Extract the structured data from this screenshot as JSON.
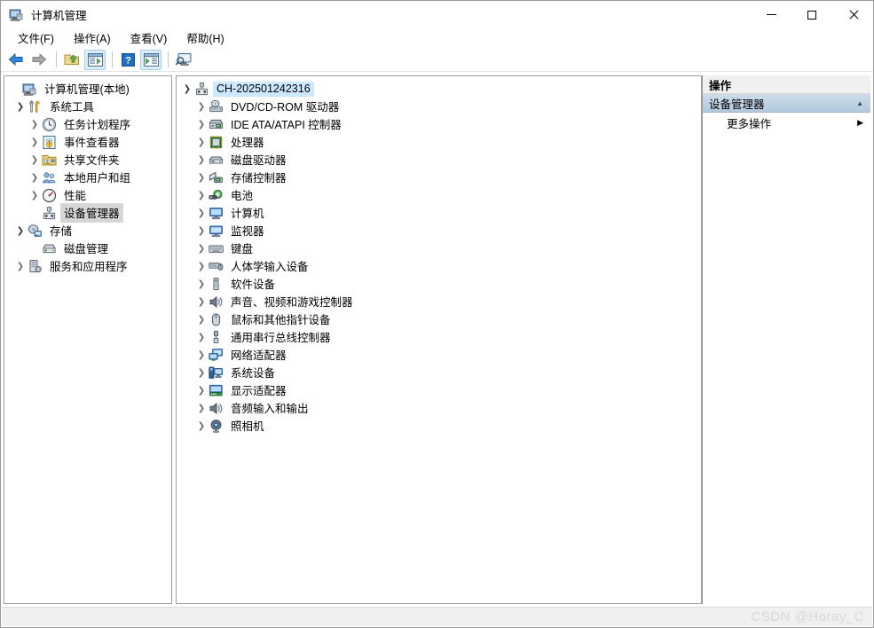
{
  "window": {
    "title": "计算机管理",
    "icon": "computer-management-icon",
    "controls": {
      "minimize": "—",
      "maximize": "□",
      "close": "✕"
    }
  },
  "menubar": {
    "items": [
      {
        "name": "file",
        "label": "文件(F)",
        "accel": "F"
      },
      {
        "name": "action",
        "label": "操作(A)",
        "accel": "A"
      },
      {
        "name": "view",
        "label": "查看(V)",
        "accel": "V"
      },
      {
        "name": "help",
        "label": "帮助(H)",
        "accel": "H"
      }
    ]
  },
  "toolbar": {
    "buttons": [
      {
        "name": "back-icon",
        "kind": "arrow-left",
        "enabled": true
      },
      {
        "name": "forward-icon",
        "kind": "arrow-right",
        "enabled": false
      },
      {
        "name": "separator-1",
        "kind": "separator"
      },
      {
        "name": "up-folder-icon",
        "kind": "folder-up",
        "framed": false
      },
      {
        "name": "properties-icon",
        "kind": "window-list",
        "framed": true
      },
      {
        "name": "separator-2",
        "kind": "separator"
      },
      {
        "name": "help-icon",
        "kind": "help",
        "framed": false
      },
      {
        "name": "show-hide-pane-icon",
        "kind": "window-play",
        "framed": true
      },
      {
        "name": "separator-3",
        "kind": "separator"
      },
      {
        "name": "scan-hardware-icon",
        "kind": "monitor-search",
        "framed": false
      }
    ]
  },
  "console_tree": {
    "root": {
      "label": "计算机管理(本地)",
      "icon": "computer-management-icon",
      "indent": 0,
      "expander": "none"
    },
    "items": [
      {
        "label": "系统工具",
        "icon": "system-tools-icon",
        "indent": 1,
        "expander": "open",
        "selected": false
      },
      {
        "label": "任务计划程序",
        "icon": "task-scheduler-icon",
        "indent": 2,
        "expander": "closed",
        "selected": false
      },
      {
        "label": "事件查看器",
        "icon": "event-viewer-icon",
        "indent": 2,
        "expander": "closed",
        "selected": false
      },
      {
        "label": "共享文件夹",
        "icon": "shared-folders-icon",
        "indent": 2,
        "expander": "closed",
        "selected": false
      },
      {
        "label": "本地用户和组",
        "icon": "local-users-groups-icon",
        "indent": 2,
        "expander": "closed",
        "selected": false
      },
      {
        "label": "性能",
        "icon": "performance-icon",
        "indent": 2,
        "expander": "closed",
        "selected": false
      },
      {
        "label": "设备管理器",
        "icon": "device-manager-icon",
        "indent": 2,
        "expander": "none",
        "selected": true
      },
      {
        "label": "存储",
        "icon": "storage-icon",
        "indent": 1,
        "expander": "open",
        "selected": false
      },
      {
        "label": "磁盘管理",
        "icon": "disk-management-icon",
        "indent": 2,
        "expander": "none",
        "selected": false
      },
      {
        "label": "服务和应用程序",
        "icon": "services-applications-icon",
        "indent": 1,
        "expander": "closed",
        "selected": false
      }
    ]
  },
  "device_tree": {
    "root": {
      "label": "CH-202501242316",
      "icon": "device-manager-icon",
      "expander": "open",
      "selected": true
    },
    "items": [
      {
        "label": "DVD/CD-ROM 驱动器",
        "icon": "dvd-drive-icon"
      },
      {
        "label": "IDE ATA/ATAPI 控制器",
        "icon": "ide-controller-icon"
      },
      {
        "label": "处理器",
        "icon": "processor-icon"
      },
      {
        "label": "磁盘驱动器",
        "icon": "disk-drive-icon"
      },
      {
        "label": "存储控制器",
        "icon": "storage-controller-icon"
      },
      {
        "label": "电池",
        "icon": "battery-icon"
      },
      {
        "label": "计算机",
        "icon": "computer-icon"
      },
      {
        "label": "监视器",
        "icon": "monitor-icon"
      },
      {
        "label": "键盘",
        "icon": "keyboard-icon"
      },
      {
        "label": "人体学输入设备",
        "icon": "hid-icon"
      },
      {
        "label": "软件设备",
        "icon": "software-device-icon"
      },
      {
        "label": "声音、视频和游戏控制器",
        "icon": "sound-video-game-icon"
      },
      {
        "label": "鼠标和其他指针设备",
        "icon": "mouse-icon"
      },
      {
        "label": "通用串行总线控制器",
        "icon": "usb-controller-icon"
      },
      {
        "label": "网络适配器",
        "icon": "network-adapter-icon"
      },
      {
        "label": "系统设备",
        "icon": "system-device-icon"
      },
      {
        "label": "显示适配器",
        "icon": "display-adapter-icon"
      },
      {
        "label": "音频输入和输出",
        "icon": "audio-io-icon"
      },
      {
        "label": "照相机",
        "icon": "camera-icon"
      }
    ]
  },
  "actions_pane": {
    "header": "操作",
    "group": {
      "label": "设备管理器",
      "collapse_glyph": "▲"
    },
    "items": [
      {
        "label": "更多操作",
        "submenu_glyph": "▶"
      }
    ]
  },
  "statusbar": {
    "text": ""
  },
  "watermark": {
    "text": "CSDN @Horay_C"
  },
  "colors": {
    "selection_blue": "#cce8ff",
    "selection_gray": "#d6d6d6",
    "actions_group": "#b3c9de",
    "pane_border": "#9e9e9e",
    "statusbar": "#f0f0f0"
  }
}
